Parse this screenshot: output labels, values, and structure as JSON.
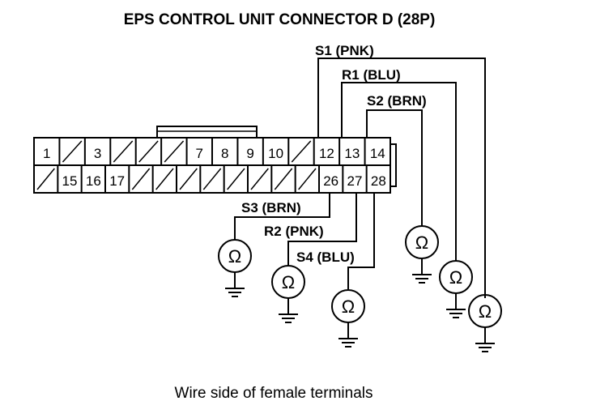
{
  "title": "EPS CONTROL UNIT CONNECTOR D (28P)",
  "caption": "Wire side of female terminals",
  "connector": {
    "top_row": [
      "1",
      "",
      "3",
      "",
      "",
      "",
      "7",
      "8",
      "9",
      "10",
      "",
      "12",
      "13",
      "14"
    ],
    "bottom_row": [
      "",
      "15",
      "16",
      "17",
      "",
      "",
      "",
      "",
      "",
      "",
      "",
      "",
      "26",
      "27",
      "28"
    ]
  },
  "wires": {
    "s1": "S1 (PNK)",
    "r1": "R1 (BLU)",
    "s2": "S2 (BRN)",
    "s3": "S3 (BRN)",
    "r2": "R2 (PNK)",
    "s4": "S4 (BLU)"
  },
  "ohm_symbol": "Ω",
  "icons": {
    "ohmmeter": "ohmmeter-icon",
    "ground": "ground-icon"
  }
}
